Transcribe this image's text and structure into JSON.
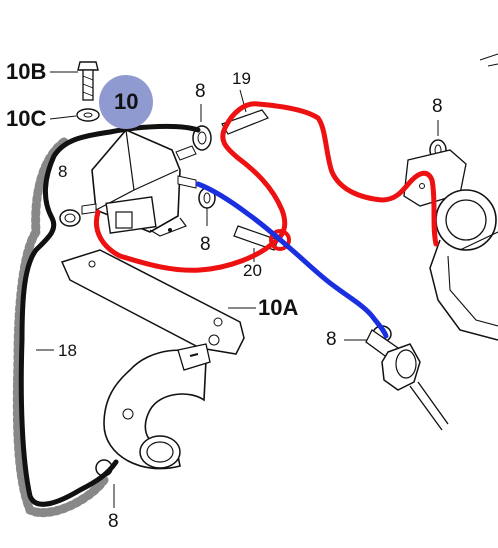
{
  "labels": {
    "part_10b": "10B",
    "part_10c": "10C",
    "part_10": "10",
    "clamp_top_center": "8",
    "part_19": "19",
    "clamp_top_right": "8",
    "clamp_left_upper": "8",
    "clamp_center": "8",
    "part_20": "20",
    "part_10a": "10A",
    "part_18": "18",
    "clamp_right_lower": "8",
    "clamp_bottom": "8"
  },
  "highlight_colors": {
    "black_hose": "#111111",
    "red_hose": "#ee1111",
    "blue_hose": "#1a2fe0",
    "part_badge": "#8f9ad0"
  }
}
